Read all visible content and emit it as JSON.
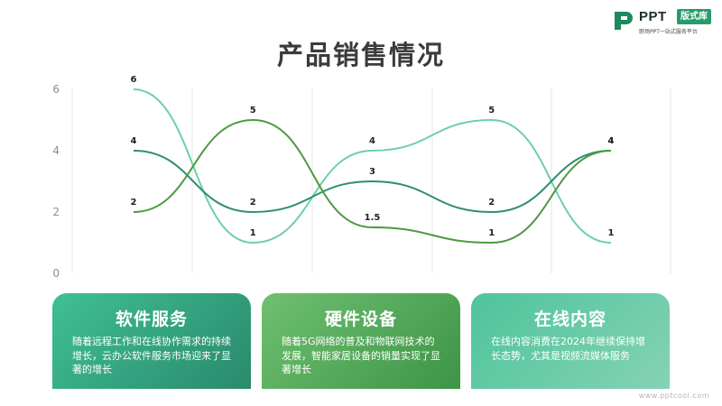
{
  "logo": {
    "brand": "PPT",
    "badge": "版式库",
    "tagline": "职场PPT一站式服务平台"
  },
  "title": "产品销售情况",
  "chart_data": {
    "type": "line",
    "smooth": true,
    "x": [
      1,
      2,
      3,
      4,
      5
    ],
    "ylim": [
      0,
      6
    ],
    "yticks": [
      0,
      2,
      4,
      6
    ],
    "grid": "vertical",
    "legend": "none",
    "series": [
      {
        "values": [
          6,
          1,
          4,
          5,
          1
        ],
        "color": "#6fcfa6"
      },
      {
        "values": [
          4,
          2,
          3,
          2,
          4
        ],
        "color": "#2e9070"
      },
      {
        "values": [
          2,
          5,
          1.5,
          1,
          4
        ],
        "color": "#4c9a40"
      }
    ]
  },
  "cards": [
    {
      "title": "软件服务",
      "desc": "随着远程工作和在线协作需求的持续增长，云办公软件服务市场迎来了显著的增长"
    },
    {
      "title": "硬件设备",
      "desc": "随着5G网络的普及和物联网技术的发展，智能家居设备的销量实现了显著增长"
    },
    {
      "title": "在线内容",
      "desc": "在线内容消费在2024年继续保持增长态势，尤其是视频流媒体服务"
    }
  ],
  "footer": {
    "url": "www.pptcool.com"
  }
}
